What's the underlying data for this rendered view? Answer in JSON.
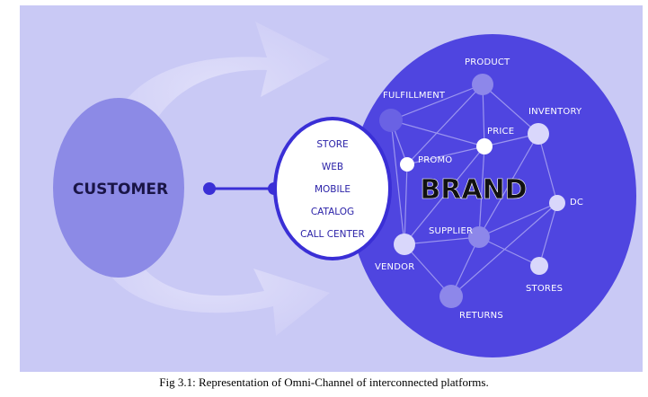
{
  "diagram": {
    "customer_label": "CUSTOMER",
    "brand_label": "BRAND",
    "channels": [
      "STORE",
      "WEB",
      "MOBILE",
      "CATALOG",
      "CALL CENTER"
    ],
    "nodes": [
      "PRODUCT",
      "FULFILLMENT",
      "PRICE",
      "INVENTORY",
      "PROMO",
      "DC",
      "SUPPLIER",
      "VENDOR",
      "STORES",
      "RETURNS"
    ],
    "colors": {
      "background": "#c9c9f5",
      "customer_circle": "#8c8ae6",
      "brand_circle": "#4f45e0",
      "connector": "#3a2fd6",
      "node_fill": "#8d87ea",
      "channel_text": "#2b22a8"
    }
  },
  "caption": "Fig 3.1: Representation of Omni-Channel of interconnected platforms."
}
